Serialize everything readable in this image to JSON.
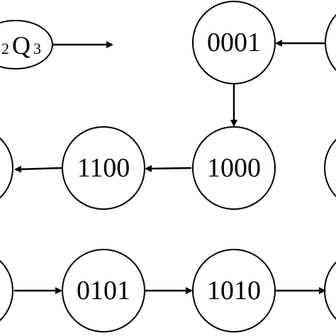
{
  "diagram": {
    "legend": {
      "letter": "Q",
      "subscript_before": "2",
      "subscript_after": "3"
    },
    "states": {
      "top_center": "0001",
      "middle_left": "1100",
      "middle_center": "1000",
      "bottom_left": "0101",
      "bottom_center": "1010"
    },
    "colors": {
      "stroke": "#000000",
      "fill": "#ffffff",
      "text": "#000000"
    }
  }
}
